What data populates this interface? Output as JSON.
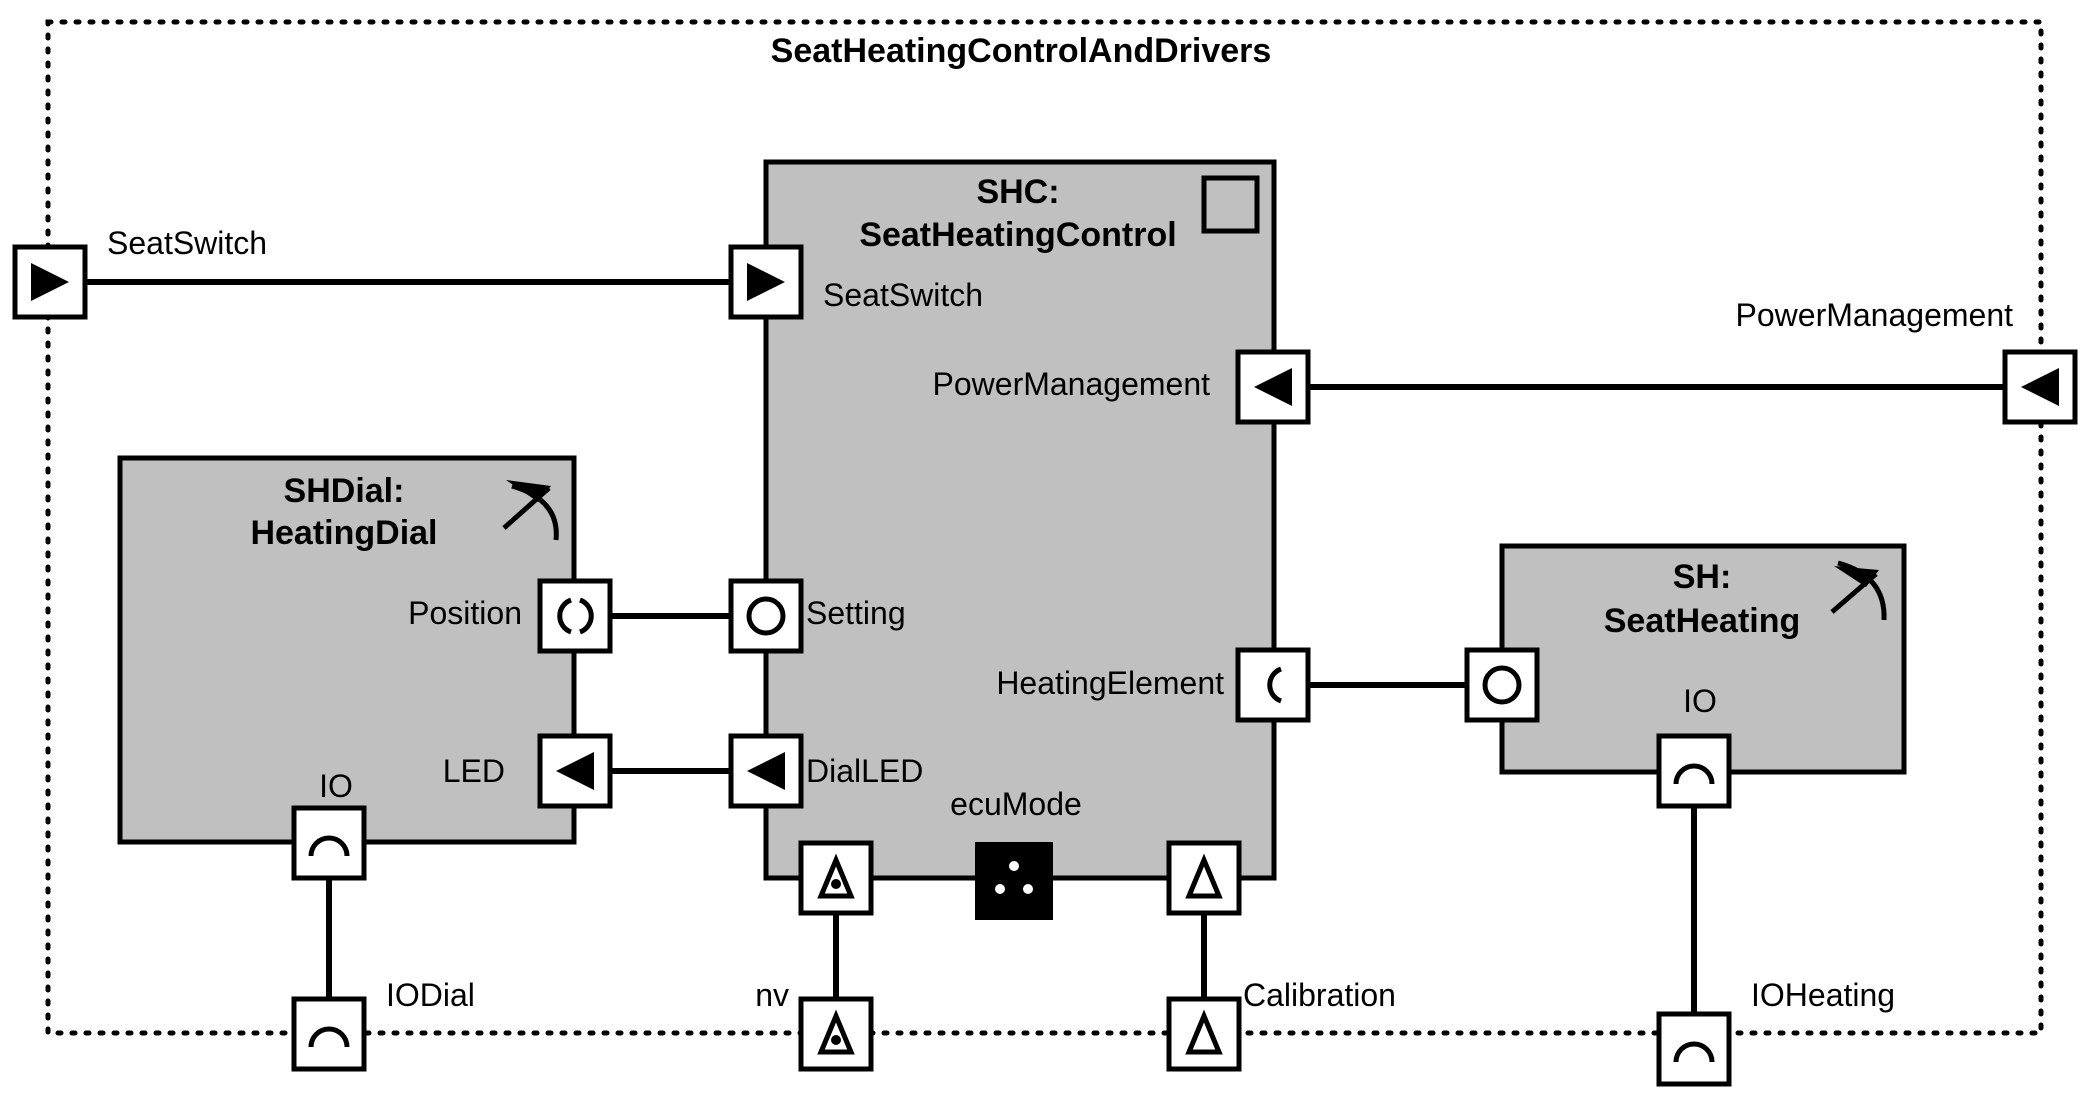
{
  "composition": {
    "title": "SeatHeatingControlAndDrivers"
  },
  "components": {
    "shc": {
      "instance": "SHC:",
      "type": "SeatHeatingControl",
      "kind_icon": "application-square-icon"
    },
    "shdial": {
      "instance": "SHDial:",
      "type": "HeatingDial",
      "kind_icon": "sensor-actuator-dial-icon"
    },
    "sh": {
      "instance": "SH:",
      "type": "SeatHeating",
      "kind_icon": "sensor-actuator-dial-icon"
    }
  },
  "ports": {
    "outer_seatswitch": "SeatSwitch",
    "outer_powermanagement": "PowerManagement",
    "outer_iodial": "IODial",
    "outer_nv": "nv",
    "outer_calibration": "Calibration",
    "outer_ioheating": "IOHeating",
    "shc_seatswitch": "SeatSwitch",
    "shc_powermanagement": "PowerManagement",
    "shc_setting": "Setting",
    "shc_dialled": "DialLED",
    "shc_heatingelement": "HeatingElement",
    "shc_ecumode": "ecuMode",
    "shdial_position": "Position",
    "shdial_led": "LED",
    "shdial_io": "IO",
    "sh_io": "IO"
  }
}
